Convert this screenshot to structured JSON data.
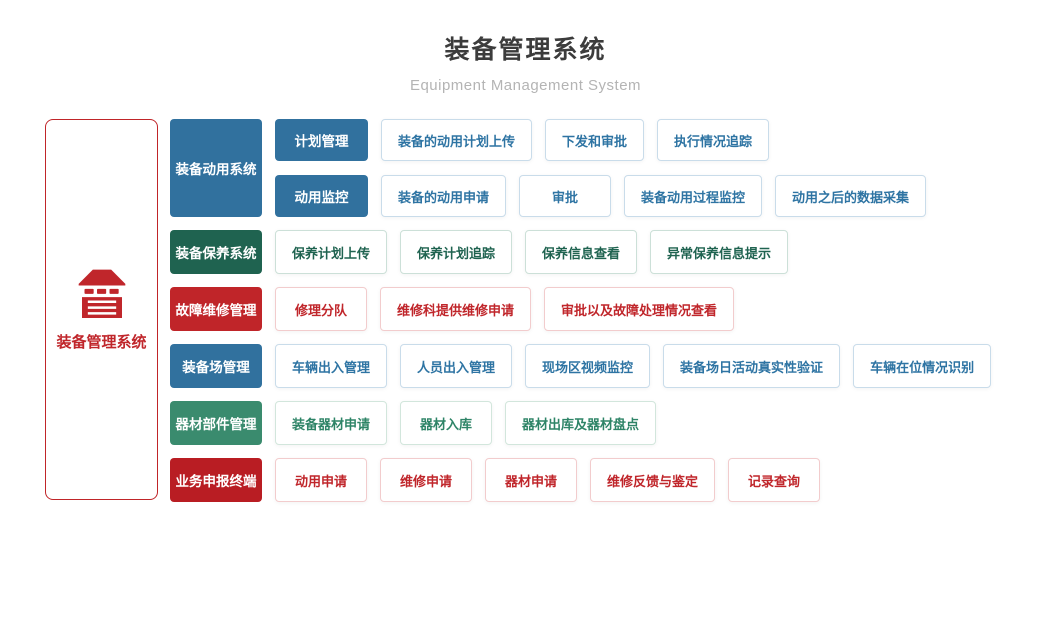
{
  "header": {
    "title": "装备管理系统",
    "subtitle": "Equipment Management System"
  },
  "root": {
    "label": "装备管理系统",
    "icon": "warehouse-icon"
  },
  "colors": {
    "title_text": "#3C3C3C",
    "subtitle_text": "#B4B4B4",
    "blue": "#31719E",
    "blue_text": "#2E74A3",
    "blue_border": "#C9DCEA",
    "teal": "#1F6350",
    "teal_border": "#CCE0D8",
    "red": "#C02529",
    "red_text": "#C0262B",
    "red_border": "#F2CCCD",
    "green": "#3A8B6E",
    "green_text": "#2E8467",
    "green_border": "#D2E6DC",
    "dark_red": "#B91D23"
  },
  "sections": [
    {
      "label": "装备动用系统",
      "theme": "blue",
      "subsections": [
        {
          "label": "计划管理",
          "items": [
            "装备的动用计划上传",
            "下发和审批",
            "执行情况追踪"
          ]
        },
        {
          "label": "动用监控",
          "items": [
            "装备的动用申请",
            "审批",
            "装备动用过程监控",
            "动用之后的数据采集"
          ]
        }
      ]
    },
    {
      "label": "装备保养系统",
      "theme": "teal",
      "items": [
        "保养计划上传",
        "保养计划追踪",
        "保养信息查看",
        "异常保养信息提示"
      ]
    },
    {
      "label": "故障维修管理",
      "theme": "red",
      "items": [
        "修理分队",
        "维修科提供维修申请",
        "审批以及故障处理情况查看"
      ]
    },
    {
      "label": "装备场管理",
      "theme": "blue",
      "items": [
        "车辆出入管理",
        "人员出入管理",
        "现场区视频监控",
        "装备场日活动真实性验证",
        "车辆在位情况识别"
      ]
    },
    {
      "label": "器材部件管理",
      "theme": "green",
      "items": [
        "装备器材申请",
        "器材入库",
        "器材出库及器材盘点"
      ]
    },
    {
      "label": "业务申报终端",
      "theme": "darkred",
      "items": [
        "动用申请",
        "维修申请",
        "器材申请",
        "维修反馈与鉴定",
        "记录查询"
      ]
    }
  ]
}
